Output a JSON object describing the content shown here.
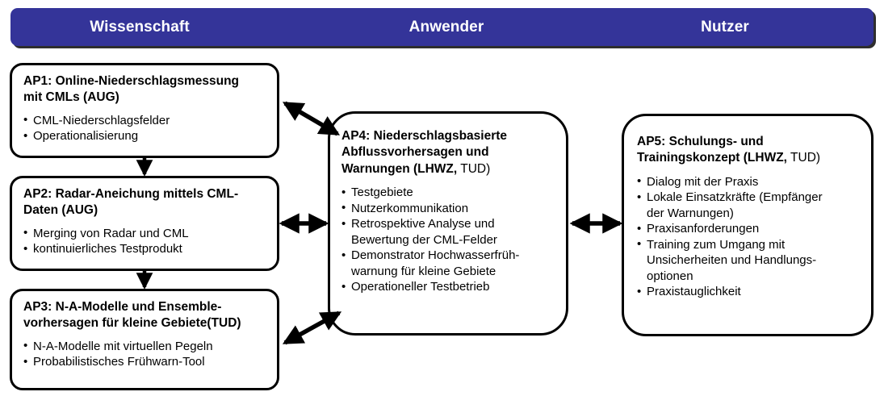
{
  "header": {
    "columns": [
      {
        "label": "Wissenschaft"
      },
      {
        "label": "Anwender"
      },
      {
        "label": "Nutzer"
      }
    ],
    "background_color": "#343499",
    "text_color": "#ffffff"
  },
  "boxes": {
    "ap1": {
      "title": "AP1: Online-Niederschlagsmessung\n mit CMLs (AUG)",
      "bullets": [
        "CML-Niederschlagsfelder",
        "Operationalisierung"
      ]
    },
    "ap2": {
      "title": "AP2: Radar-Aneichung mittels CML-\n Daten (AUG)",
      "bullets": [
        "Merging von Radar und CML",
        "kontinuierliches Testprodukt"
      ]
    },
    "ap3": {
      "title": "AP3: N-A-Modelle und Ensemble-\n vorhersagen für kleine Gebiete(TUD)",
      "bullets": [
        "N-A-Modelle mit virtuellen Pegeln",
        "Probabilistisches Frühwarn-Tool"
      ]
    },
    "ap4": {
      "title_bold": "AP4: Niederschlagsbasierte\n Abflussvorhersagen und\n Warnungen (LHWZ,",
      "title_regular": " TUD)",
      "bullets": [
        "Testgebiete",
        "Nutzerkommunikation",
        "Retrospektive Analyse und\n Bewertung der CML-Felder",
        "Demonstrator Hochwasserfrüh-\n warnung für kleine Gebiete",
        "Operationeller Testbetrieb"
      ]
    },
    "ap5": {
      "title_bold": "AP5: Schulungs- und\n Trainingskonzept (LHWZ,",
      "title_regular": " TUD)",
      "bullets": [
        "Dialog mit der Praxis",
        "Lokale Einsatzkräfte (Empfänger\n der Warnungen)",
        "Praxisanforderungen",
        "Training zum Umgang mit\n Unsicherheiten und Handlungs-\n optionen",
        "Praxistauglichkeit"
      ]
    }
  },
  "connectors": [
    {
      "name": "ap1-to-ap2",
      "kind": "arrow-down",
      "from": "ap1",
      "to": "ap2"
    },
    {
      "name": "ap2-to-ap3",
      "kind": "arrow-down",
      "from": "ap2",
      "to": "ap3"
    },
    {
      "name": "ap1-to-ap4",
      "kind": "double-arrow-diagonal",
      "from": "ap1",
      "to": "ap4"
    },
    {
      "name": "ap2-to-ap4",
      "kind": "double-arrow-horizontal",
      "from": "ap2",
      "to": "ap4"
    },
    {
      "name": "ap3-to-ap4",
      "kind": "double-arrow-diagonal",
      "from": "ap3",
      "to": "ap4"
    },
    {
      "name": "ap4-to-ap5",
      "kind": "double-arrow-horizontal",
      "from": "ap4",
      "to": "ap5"
    }
  ]
}
